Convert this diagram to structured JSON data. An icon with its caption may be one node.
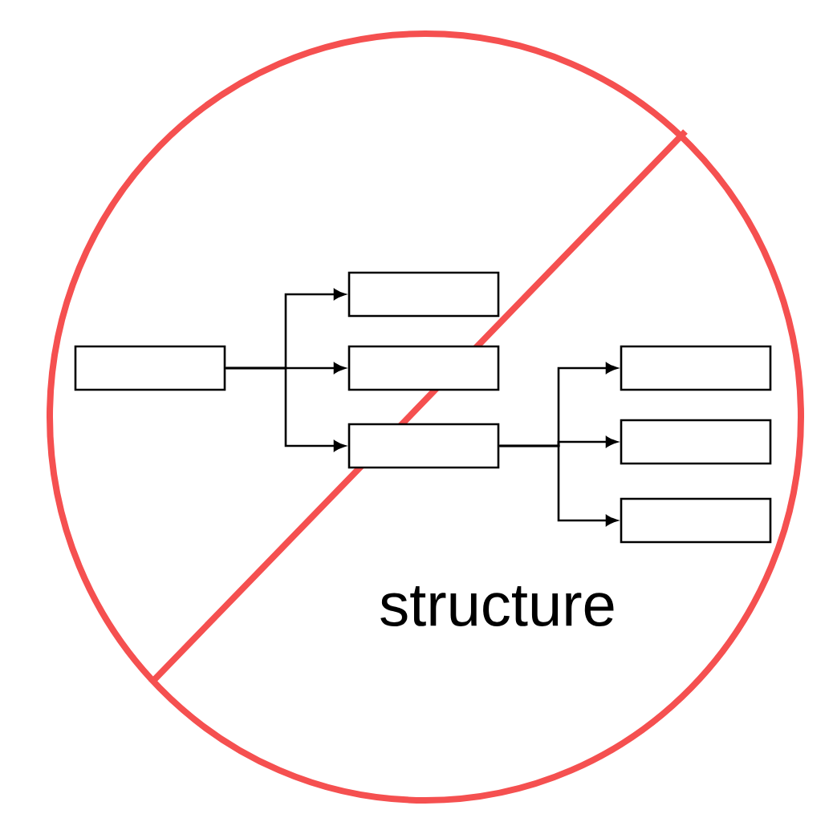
{
  "diagram": {
    "nodes": [
      {
        "text": [],
        "shape": "box"
      },
      {
        "text": [],
        "shape": "box"
      },
      {
        "text": [],
        "shape": "box"
      },
      {
        "text": [],
        "shape": "box"
      },
      {
        "text": [],
        "shape": "box"
      },
      {
        "text": [],
        "shape": "box"
      },
      {
        "text": [],
        "shape": "box"
      }
    ],
    "edges": [
      {
        "from": 0,
        "to": 1,
        "arrow": "to"
      },
      {
        "from": 0,
        "to": 2,
        "arrow": "to"
      },
      {
        "from": 0,
        "to": 3,
        "arrow": "to"
      },
      {
        "from": 3,
        "to": 4,
        "arrow": "to"
      },
      {
        "from": 3,
        "to": 5,
        "arrow": "to"
      },
      {
        "from": 3,
        "to": 6,
        "arrow": "to"
      }
    ],
    "labels": [
      "structure"
    ]
  }
}
